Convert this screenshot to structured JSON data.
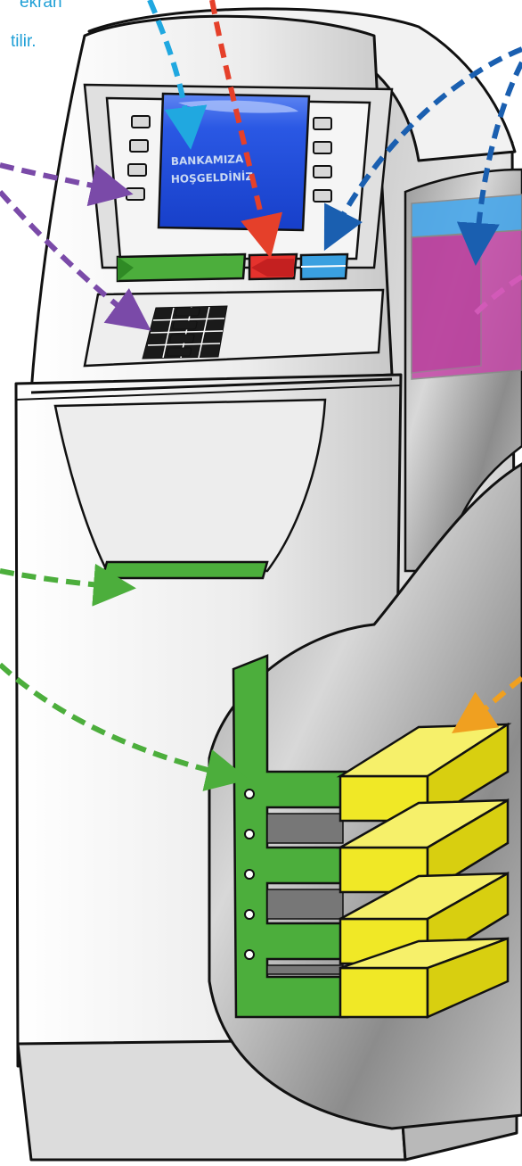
{
  "caption": {
    "line1": "ekran",
    "line2": "tilir."
  },
  "atm_screen": {
    "line1": "BANKAMIZA",
    "line2": "HOŞGELDİNİZ"
  },
  "colors": {
    "caption_text": "#1e9fd6",
    "atm_body": "#ececec",
    "atm_outline": "#111111",
    "screen_blue": "#1f4fe0",
    "card_slot_green": "#4cae3c",
    "cash_dispenser_green": "#4cae3c",
    "button_red": "#e5322d",
    "receipt_slot_blue": "#3aa0e0",
    "side_box_magenta": "#c548a8",
    "cassette_yellow": "#f0e826",
    "arrow_cyan": "#20a8e0",
    "arrow_red": "#e5402a",
    "arrow_blue": "#1a5fb0",
    "arrow_purple": "#7a4aa8",
    "arrow_magenta": "#d25ab8",
    "arrow_green": "#4cae3c",
    "arrow_orange": "#f0a020"
  },
  "icons": [
    "atm-machine",
    "dashed-arrow-cyan",
    "dashed-arrow-red",
    "dashed-arrow-blue",
    "dashed-arrow-purple",
    "dashed-arrow-green",
    "dashed-arrow-orange",
    "dashed-arrow-magenta",
    "money-cassette"
  ]
}
